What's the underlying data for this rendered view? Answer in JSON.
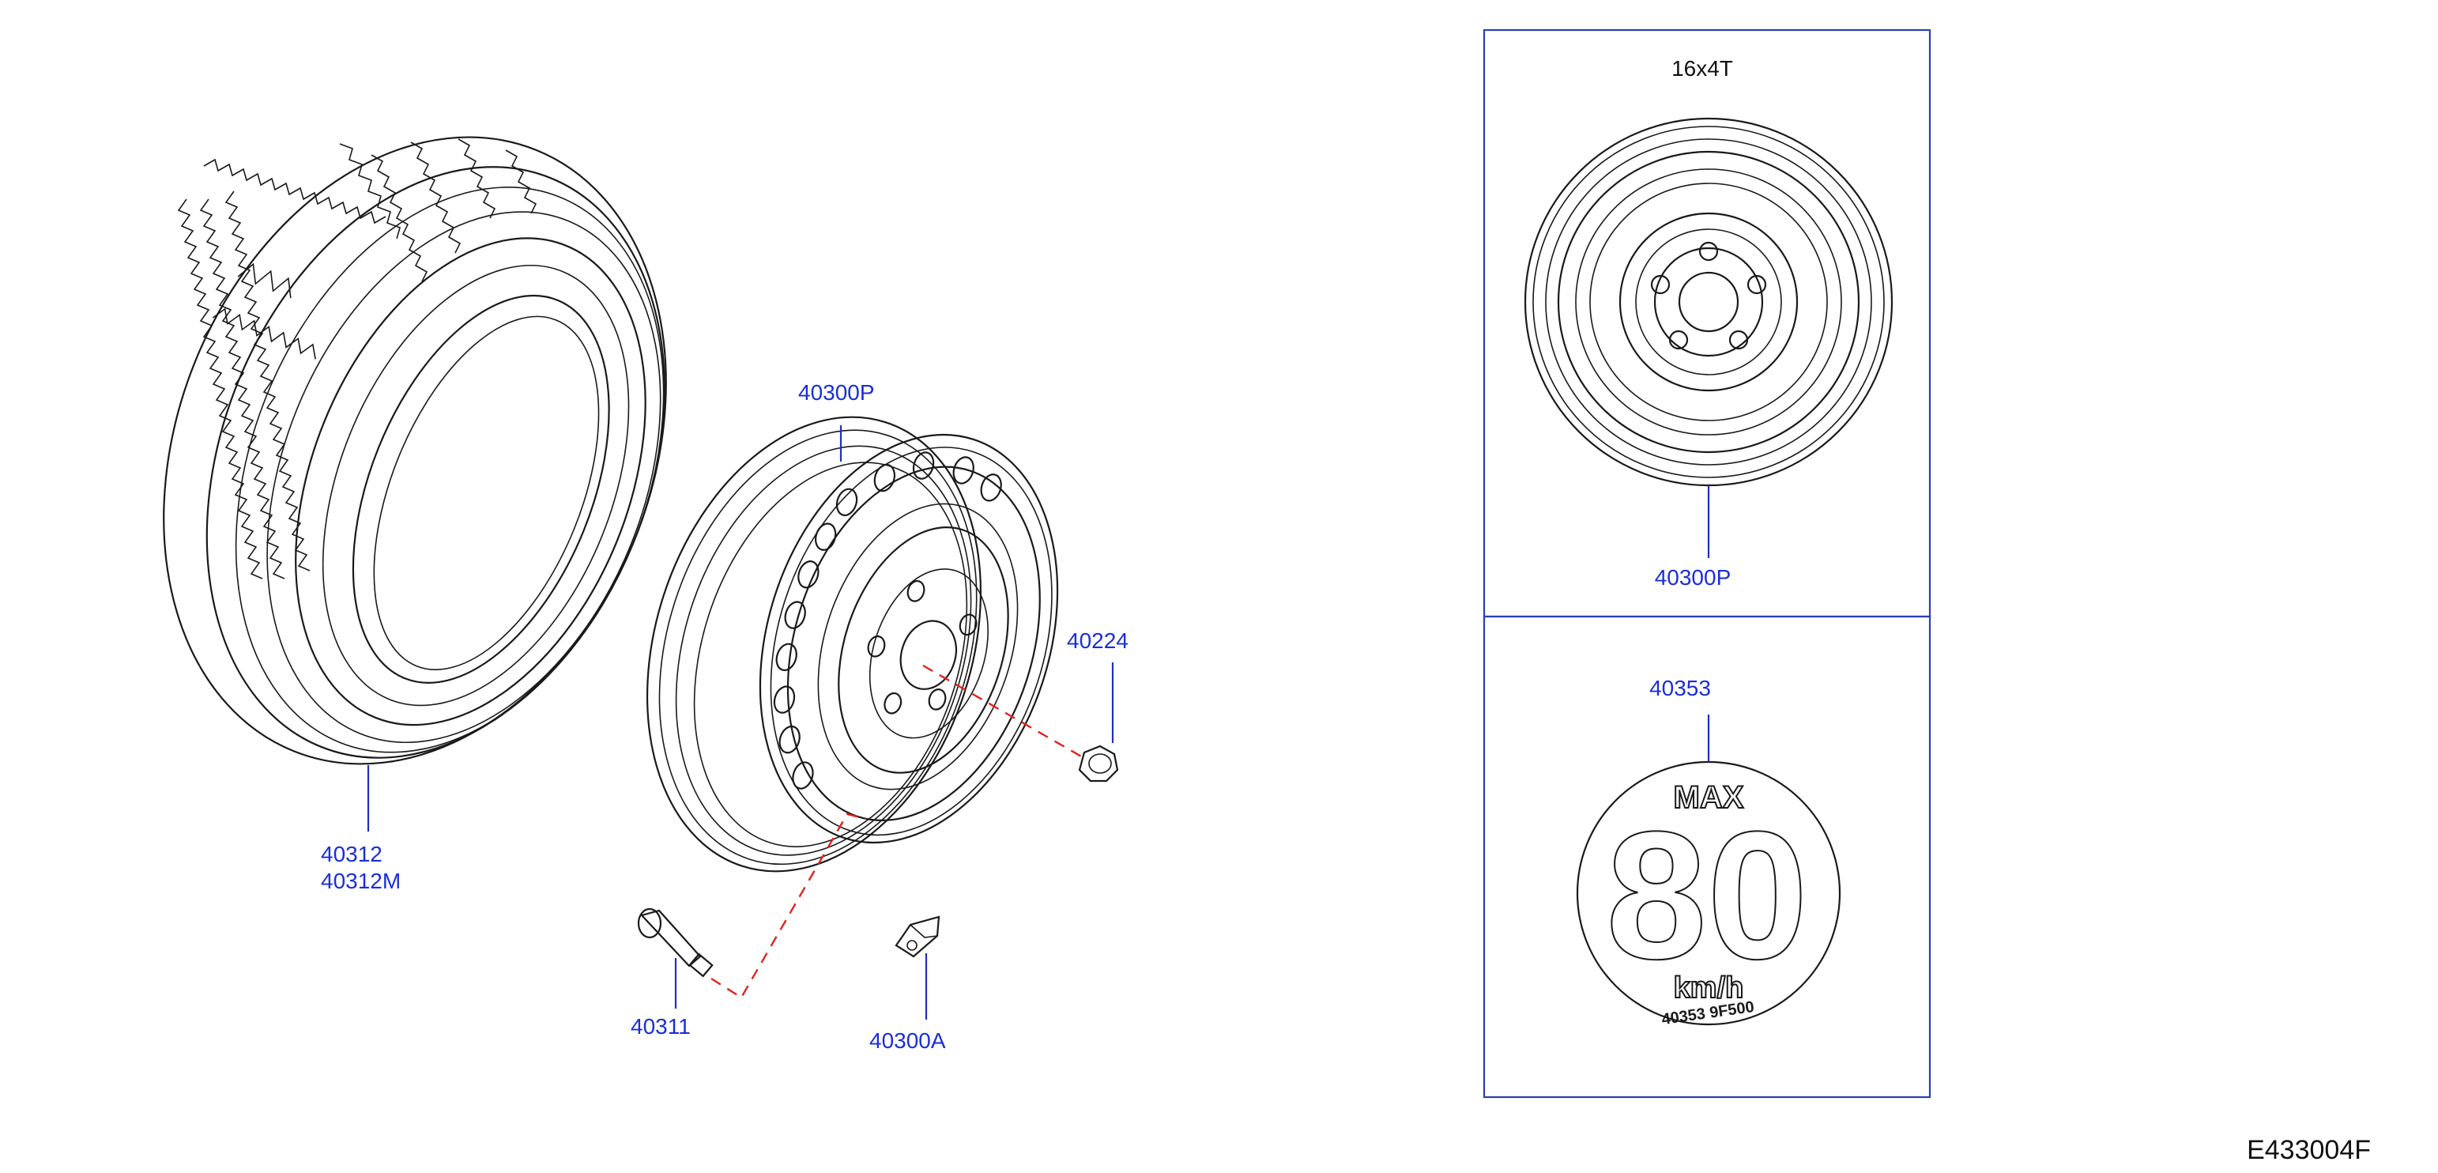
{
  "parts": {
    "tire": {
      "numbers": [
        "40312",
        "40312M"
      ]
    },
    "wheel": {
      "number": "40300P"
    },
    "nut": {
      "number": "40224"
    },
    "valve": {
      "number": "40311"
    },
    "weight": {
      "number": "40300A"
    }
  },
  "spare_panel": {
    "size": "16x4T",
    "wheel_number": "40300P"
  },
  "label_panel": {
    "part_number": "40353",
    "badge": {
      "top": "MAX",
      "speed": "80",
      "unit": "km/h",
      "code": "40353  9F500"
    }
  },
  "document_id": "E433004F",
  "colors": {
    "label": "#1a2fd6",
    "dashed_leader": "#e0241e",
    "frame": "#2a3fb5",
    "line": "#1a1a1a"
  }
}
